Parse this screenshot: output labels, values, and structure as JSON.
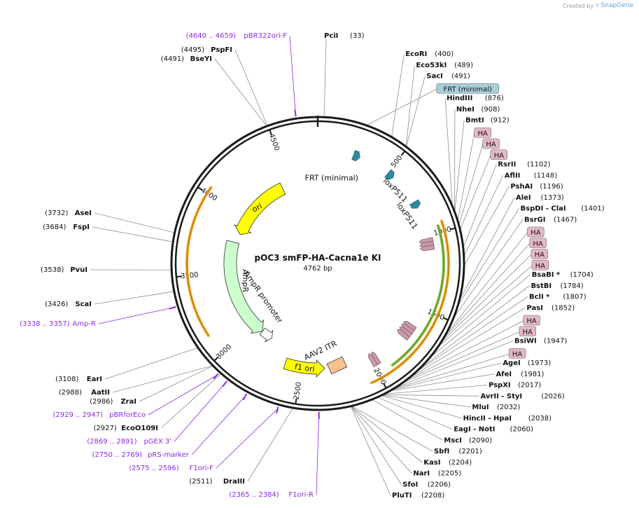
{
  "credit": {
    "text": "Created by",
    "brand": "SnapGene",
    "icon": "snapgene-logo-icon"
  },
  "plasmid": {
    "name": "pOC3 smFP-HA-Cacna1e KI",
    "length_label": "4762 bp",
    "length": 4762
  },
  "colors": {
    "backbone": "#1a1a1a",
    "restriction_line": "#8c8c8c",
    "primer": "#8a2be2",
    "ori": "#ffff00",
    "ampr": "#ccffcc",
    "orange_feature": "#f5a623",
    "green_feature": "#7dc142",
    "frt_tag": "#a8d0dc",
    "ha_tag": "#e6b8c6",
    "loxp": "#2e8aa0",
    "aav_itr": "#f7c28f",
    "ha_arrow": "#c99aa8"
  },
  "ticks": [
    {
      "pos": 500,
      "label": "500"
    },
    {
      "pos": 1000,
      "label": "1000"
    },
    {
      "pos": 1500,
      "label": "1500"
    },
    {
      "pos": 2000,
      "label": "2000"
    },
    {
      "pos": 2500,
      "label": "2500"
    },
    {
      "pos": 3000,
      "label": "3000"
    },
    {
      "pos": 3500,
      "label": "3500"
    },
    {
      "pos": 4000,
      "label": "4000"
    },
    {
      "pos": 4500,
      "label": "4500"
    }
  ],
  "features": [
    {
      "name": "ori",
      "start": 3840,
      "end": 4430,
      "direction": "ccw",
      "color": "#ffff00",
      "label": "ori"
    },
    {
      "name": "AmpR",
      "start": 2900,
      "end": 3760,
      "direction": "ccw",
      "color": "#ccffcc",
      "label": "AmpR"
    },
    {
      "name": "AmpR promoter",
      "start": 2800,
      "end": 2900,
      "direction": "ccw",
      "color": "#ffffff",
      "label": "AmpR promoter"
    },
    {
      "name": "f1 ori",
      "start": 2330,
      "end": 2620,
      "direction": "ccw",
      "color": "#ffff00",
      "label": "f1 ori"
    },
    {
      "name": "AAV2 ITR",
      "start": 2190,
      "end": 2290,
      "direction": "none",
      "color": "#f7c28f",
      "label": "AAV2 ITR"
    },
    {
      "name": "FRT (minimal)",
      "start": 240,
      "end": 280,
      "direction": "cw",
      "color": "#2e8aa0",
      "label": "FRT (minimal)"
    },
    {
      "name": "loxP511",
      "start": 500,
      "end": 540,
      "direction": "cw",
      "color": "#2e8aa0",
      "label": "loxP511"
    },
    {
      "name": "loxP511",
      "start": 760,
      "end": 800,
      "direction": "cw",
      "color": "#2e8aa0",
      "label": "loxP511"
    }
  ],
  "arcs": [
    {
      "name": "orange-arc-right",
      "start": 940,
      "end": 2060,
      "color": "#f5a623"
    },
    {
      "name": "green-arc-right",
      "start": 960,
      "end": 1900,
      "color": "#7dc142"
    },
    {
      "name": "orange-arc-left",
      "start": 3130,
      "end": 4040,
      "color": "#f5a623"
    }
  ],
  "ha_arrows": [
    {
      "pos": 1035
    },
    {
      "pos": 1060
    },
    {
      "pos": 1085
    },
    {
      "pos": 1640
    },
    {
      "pos": 1665
    },
    {
      "pos": 1690
    },
    {
      "pos": 1715
    },
    {
      "pos": 1965
    },
    {
      "pos": 1990
    }
  ],
  "right_labels": [
    {
      "pos": "(400)",
      "name": "EcoRI",
      "site": 400,
      "kind": "enzyme"
    },
    {
      "pos": "(489)",
      "name": "Eco53kI",
      "site": 489,
      "kind": "enzyme"
    },
    {
      "pos": "(491)",
      "name": "SacI",
      "site": 491,
      "kind": "enzyme"
    },
    {
      "tag": "FRT (minimal)",
      "site": 260,
      "kind": "tag",
      "color": "#a8d0dc"
    },
    {
      "pos": "(876)",
      "name": "HindIII",
      "site": 876,
      "kind": "enzyme"
    },
    {
      "pos": "(908)",
      "name": "NheI",
      "site": 908,
      "kind": "enzyme"
    },
    {
      "pos": "(912)",
      "name": "BmtI",
      "site": 912,
      "kind": "enzyme"
    },
    {
      "tag": "HA",
      "site": 960,
      "kind": "tag",
      "color": "#e6b8c6"
    },
    {
      "tag": "HA",
      "site": 985,
      "kind": "tag",
      "color": "#e6b8c6"
    },
    {
      "tag": "HA",
      "site": 1010,
      "kind": "tag",
      "color": "#e6b8c6"
    },
    {
      "pos": "(1102)",
      "name": "RsrII",
      "site": 1102,
      "kind": "enzyme"
    },
    {
      "pos": "(1148)",
      "name": "AflII",
      "site": 1148,
      "kind": "enzyme"
    },
    {
      "pos": "(1196)",
      "name": "PshAI",
      "site": 1196,
      "kind": "enzyme"
    },
    {
      "pos": "(1373)",
      "name": "AleI",
      "site": 1373,
      "kind": "enzyme"
    },
    {
      "pos": "(1401)",
      "name": "BspDI - ClaI",
      "site": 1401,
      "kind": "enzyme"
    },
    {
      "pos": "(1467)",
      "name": "BsrGI",
      "site": 1467,
      "kind": "enzyme"
    },
    {
      "tag": "HA",
      "site": 1560,
      "kind": "tag",
      "color": "#e6b8c6"
    },
    {
      "tag": "HA",
      "site": 1585,
      "kind": "tag",
      "color": "#e6b8c6"
    },
    {
      "tag": "HA",
      "site": 1610,
      "kind": "tag",
      "color": "#e6b8c6"
    },
    {
      "tag": "HA",
      "site": 1635,
      "kind": "tag",
      "color": "#e6b8c6"
    },
    {
      "pos": "(1704)",
      "name": "BsaBI *",
      "site": 1704,
      "kind": "enzyme"
    },
    {
      "pos": "(1784)",
      "name": "BstBI",
      "site": 1784,
      "kind": "enzyme"
    },
    {
      "pos": "(1807)",
      "name": "BclI *",
      "site": 1807,
      "kind": "enzyme"
    },
    {
      "pos": "(1852)",
      "name": "PasI",
      "site": 1852,
      "kind": "enzyme"
    },
    {
      "tag": "HA",
      "site": 1880,
      "kind": "tag",
      "color": "#e6b8c6"
    },
    {
      "tag": "HA",
      "site": 1905,
      "kind": "tag",
      "color": "#e6b8c6"
    },
    {
      "pos": "(1947)",
      "name": "BsiWI",
      "site": 1947,
      "kind": "enzyme"
    },
    {
      "tag": "HA",
      "site": 1960,
      "kind": "tag",
      "color": "#e6b8c6"
    },
    {
      "pos": "(1973)",
      "name": "AgeI",
      "site": 1973,
      "kind": "enzyme"
    },
    {
      "pos": "(1981)",
      "name": "AfeI",
      "site": 1981,
      "kind": "enzyme"
    },
    {
      "pos": "(2017)",
      "name": "PspXI",
      "site": 2017,
      "kind": "enzyme"
    },
    {
      "pos": "(2026)",
      "name": "AvrII - StyI",
      "site": 2026,
      "kind": "enzyme"
    },
    {
      "pos": "(2032)",
      "name": "MluI",
      "site": 2032,
      "kind": "enzyme"
    },
    {
      "pos": "(2038)",
      "name": "HincII - HpaI",
      "site": 2038,
      "kind": "enzyme"
    },
    {
      "pos": "(2060)",
      "name": "EagI - NotI",
      "site": 2060,
      "kind": "enzyme"
    },
    {
      "pos": "(2090)",
      "name": "MscI",
      "site": 2090,
      "kind": "enzyme"
    },
    {
      "pos": "(2201)",
      "name": "SbfI",
      "site": 2201,
      "kind": "enzyme"
    },
    {
      "pos": "(2204)",
      "name": "KasI",
      "site": 2204,
      "kind": "enzyme"
    },
    {
      "pos": "(2205)",
      "name": "NarI",
      "site": 2205,
      "kind": "enzyme"
    },
    {
      "pos": "(2206)",
      "name": "SfoI",
      "site": 2206,
      "kind": "enzyme"
    },
    {
      "pos": "(2208)",
      "name": "PluTI",
      "site": 2208,
      "kind": "enzyme"
    }
  ],
  "left_labels": [
    {
      "pos": "(4640 .. 4659)",
      "name": "pBR322ori-F",
      "site": 4650,
      "kind": "primer"
    },
    {
      "pos": "(4495)",
      "name": "PspFI",
      "site": 4495,
      "kind": "enzyme"
    },
    {
      "pos": "(4491)",
      "name": "BseYI",
      "site": 4491,
      "kind": "enzyme"
    },
    {
      "pos": "(3732)",
      "name": "AseI",
      "site": 3732,
      "kind": "enzyme"
    },
    {
      "pos": "(3684)",
      "name": "FspI",
      "site": 3684,
      "kind": "enzyme"
    },
    {
      "pos": "(3538)",
      "name": "PvuI",
      "site": 3538,
      "kind": "enzyme"
    },
    {
      "pos": "(3426)",
      "name": "ScaI",
      "site": 3426,
      "kind": "enzyme"
    },
    {
      "pos": "(3338 .. 3357)",
      "name": "Amp-R",
      "site": 3347,
      "kind": "primer"
    },
    {
      "pos": "(3108)",
      "name": "EarI",
      "site": 3108,
      "kind": "enzyme"
    },
    {
      "pos": "(2988)",
      "name": "AatII",
      "site": 2988,
      "kind": "enzyme"
    },
    {
      "pos": "(2986)",
      "name": "ZraI",
      "site": 2986,
      "kind": "enzyme"
    },
    {
      "pos": "(2929 .. 2947)",
      "name": "pBRforEco",
      "site": 2938,
      "kind": "primer"
    },
    {
      "pos": "(2927)",
      "name": "EcoO109I",
      "site": 2927,
      "kind": "enzyme"
    },
    {
      "pos": "(2869 .. 2891)",
      "name": "pGEX 3'",
      "site": 2880,
      "kind": "primer"
    },
    {
      "pos": "(2750 .. 2769)",
      "name": "pRS-marker",
      "site": 2760,
      "kind": "primer"
    },
    {
      "pos": "(2575 .. 2596)",
      "name": "F1ori-F",
      "site": 2585,
      "kind": "primer"
    },
    {
      "pos": "(2511)",
      "name": "DraIII",
      "site": 2511,
      "kind": "enzyme"
    },
    {
      "pos": "(2365 .. 2384)",
      "name": "F1ori-R",
      "site": 2375,
      "kind": "primer"
    }
  ],
  "top_labels": [
    {
      "pos": "(33)",
      "name": "PciI",
      "site": 33,
      "kind": "enzyme"
    }
  ]
}
